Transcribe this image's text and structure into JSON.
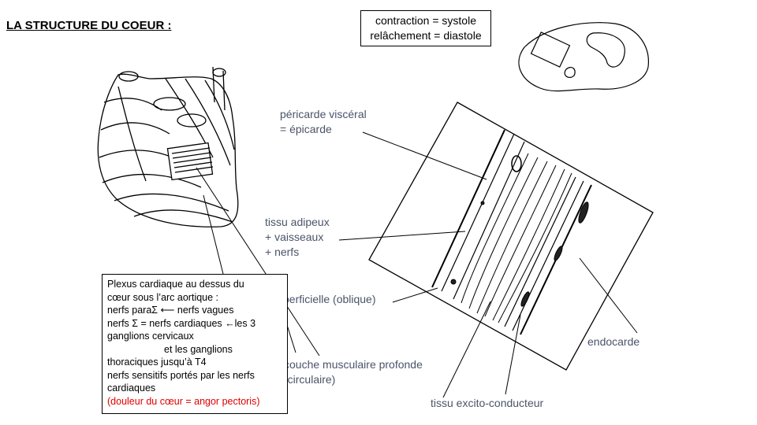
{
  "title": "LA STRUCTURE DU COEUR :",
  "definitions": {
    "line1": "contraction = systole",
    "line2": "relâchement = diastole"
  },
  "labels": {
    "epicarde_1": "péricarde viscéral",
    "epicarde_2": "= épicarde",
    "adipeux_1": "tissu adipeux",
    "adipeux_2": "+ vaisseaux",
    "adipeux_3": "+ nerfs",
    "superficielle": "perficielle (oblique)",
    "endocarde": "endocarde",
    "profonde_1": "couche musculaire profonde",
    "profonde_2": "(circulaire)",
    "excito": "tissu excito-conducteur"
  },
  "plexus": {
    "l1": "Plexus cardiaque au dessus du",
    "l2": "cœur sous l’arc aortique :",
    "l3": "nerfs paraΣ ⟵ nerfs vagues",
    "l4": "nerfs Σ = nerfs cardiaques ←les 3",
    "l5": "ganglions cervicaux",
    "l6": "et les ganglions",
    "l7": "thoraciques jusqu’à T4",
    "l8": "nerfs sensitifs portés par les nerfs",
    "l9": "cardiaques",
    "l10": "(douleur du cœur = angor pectoris)"
  },
  "colors": {
    "label": "#4a5468",
    "warning": "#e00000"
  }
}
